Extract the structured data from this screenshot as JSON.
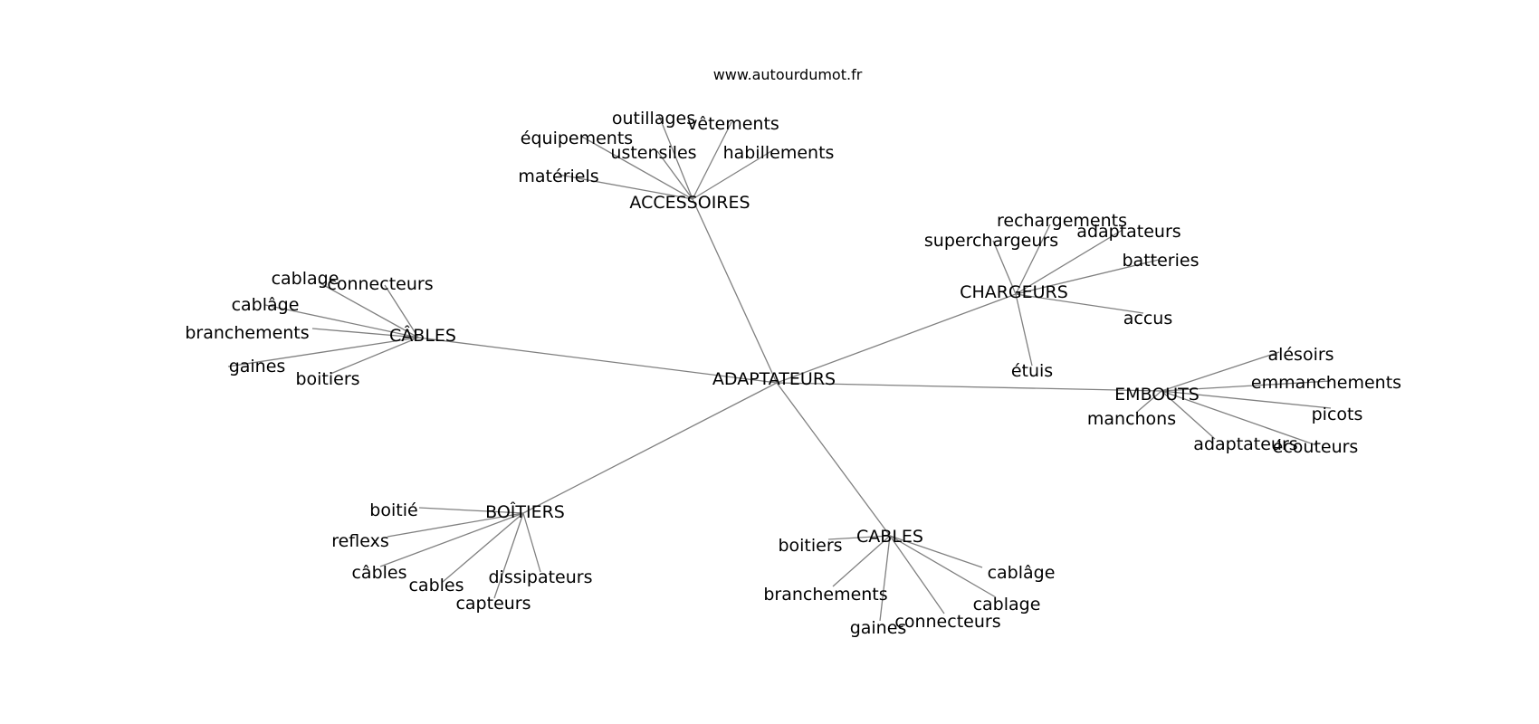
{
  "site": "www.autourdumot.fr",
  "center": "ADAPTATEURS",
  "clusters": [
    {
      "label": "ACCESSOIRES",
      "leaves": [
        "outillages",
        "vêtements",
        "équipements",
        "ustensiles",
        "habillements",
        "matériels"
      ]
    },
    {
      "label": "CHARGEURS",
      "leaves": [
        "rechargements",
        "superchargeurs",
        "adaptateurs",
        "batteries",
        "accus",
        "étuis"
      ]
    },
    {
      "label": "CÂBLES",
      "leaves": [
        "cablage",
        "connecteurs",
        "cablâge",
        "branchements",
        "gaines",
        "boitiers"
      ]
    },
    {
      "label": "EMBOUTS",
      "leaves": [
        "alésoirs",
        "emmanchements",
        "picots",
        "manchons",
        "adaptateurs",
        "écouteurs"
      ]
    },
    {
      "label": "BOÎTIERS",
      "leaves": [
        "boitié",
        "reflexs",
        "câbles",
        "cables",
        "capteurs",
        "dissipateurs"
      ]
    },
    {
      "label": "CABLES",
      "leaves": [
        "boitiers",
        "branchements",
        "gaines",
        "connecteurs",
        "cablage",
        "cablâge"
      ]
    }
  ]
}
